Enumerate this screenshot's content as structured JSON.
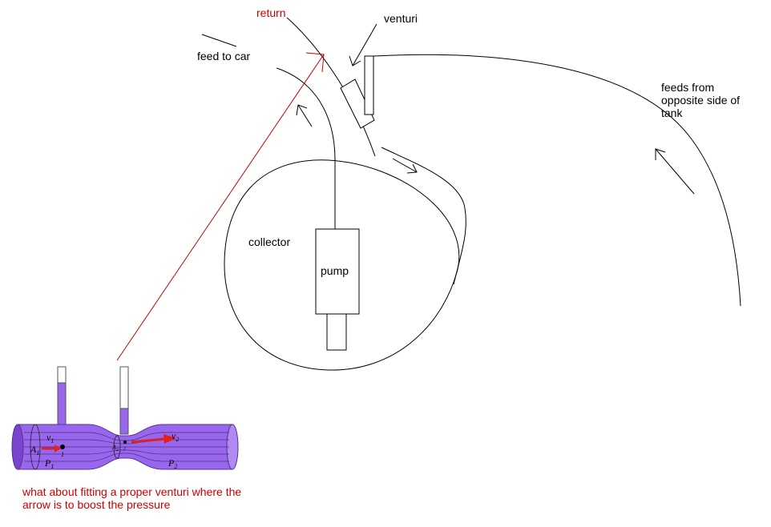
{
  "labels": {
    "return": "return",
    "venturi": "venturi",
    "feed_to_car": "feed to car",
    "feeds_from_opposite": "feeds from\nopposite side of\ntank",
    "collector": "collector",
    "pump": "pump",
    "note": "what about fitting a proper venturi where the\narrow is to boost the pressure"
  },
  "inset": {
    "A1": "A",
    "A1_sub": "1",
    "P1": "P",
    "P1_sub": "1",
    "v1": "v",
    "v1_sub": "1",
    "pt1": "1",
    "A2": "A",
    "A2_sub": "2",
    "P2": "P",
    "P2_sub": "2",
    "v2": "v",
    "v2_sub": "2",
    "pt2": "2"
  },
  "colors": {
    "ink": "#000000",
    "annotation": "#cc0000",
    "tube_fill": "#9966ee",
    "tube_dark": "#7a44cc",
    "flow_arrow": "#dd2222"
  }
}
